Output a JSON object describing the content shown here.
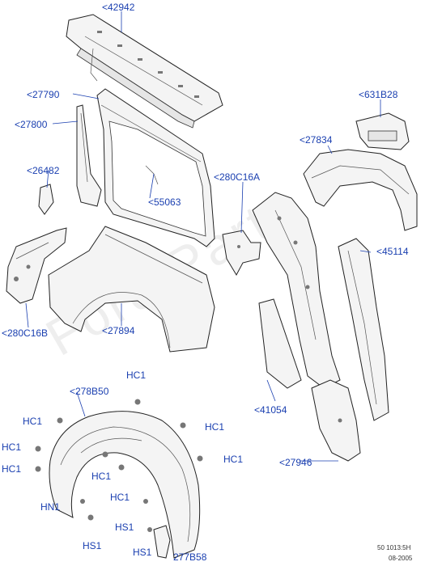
{
  "labels": {
    "l42942": "<42942",
    "l27790": "<27790",
    "l27800": "<27800",
    "l26482": "<26482",
    "l55063": "<55063",
    "l280C16A": "<280C16A",
    "l631B28": "<631B28",
    "l27834": "<27834",
    "l45114": "<45114",
    "l280C16B": "<280C16B",
    "l27894": "<27894",
    "l41054": "<41054",
    "l27946": "<27946",
    "l278B50": "<278B50",
    "hc1_top": "HC1",
    "hc1_l1": "HC1",
    "hc1_l2": "HC1",
    "hc1_l3": "HC1",
    "hc1_r1": "HC1",
    "hc1_r2": "HC1",
    "hc1_m1": "HC1",
    "hc1_m2": "HC1",
    "hn1": "HN1",
    "hs1_a": "HS1",
    "hs1_b": "HS1",
    "hs1_c": "HS1",
    "l277B58": "277B58"
  },
  "footer": {
    "ref": "50 1013:5H",
    "date": "08-2005"
  },
  "watermark": "Ford-Parts",
  "colors": {
    "label": "#1a3fb0",
    "line": "#222222"
  }
}
